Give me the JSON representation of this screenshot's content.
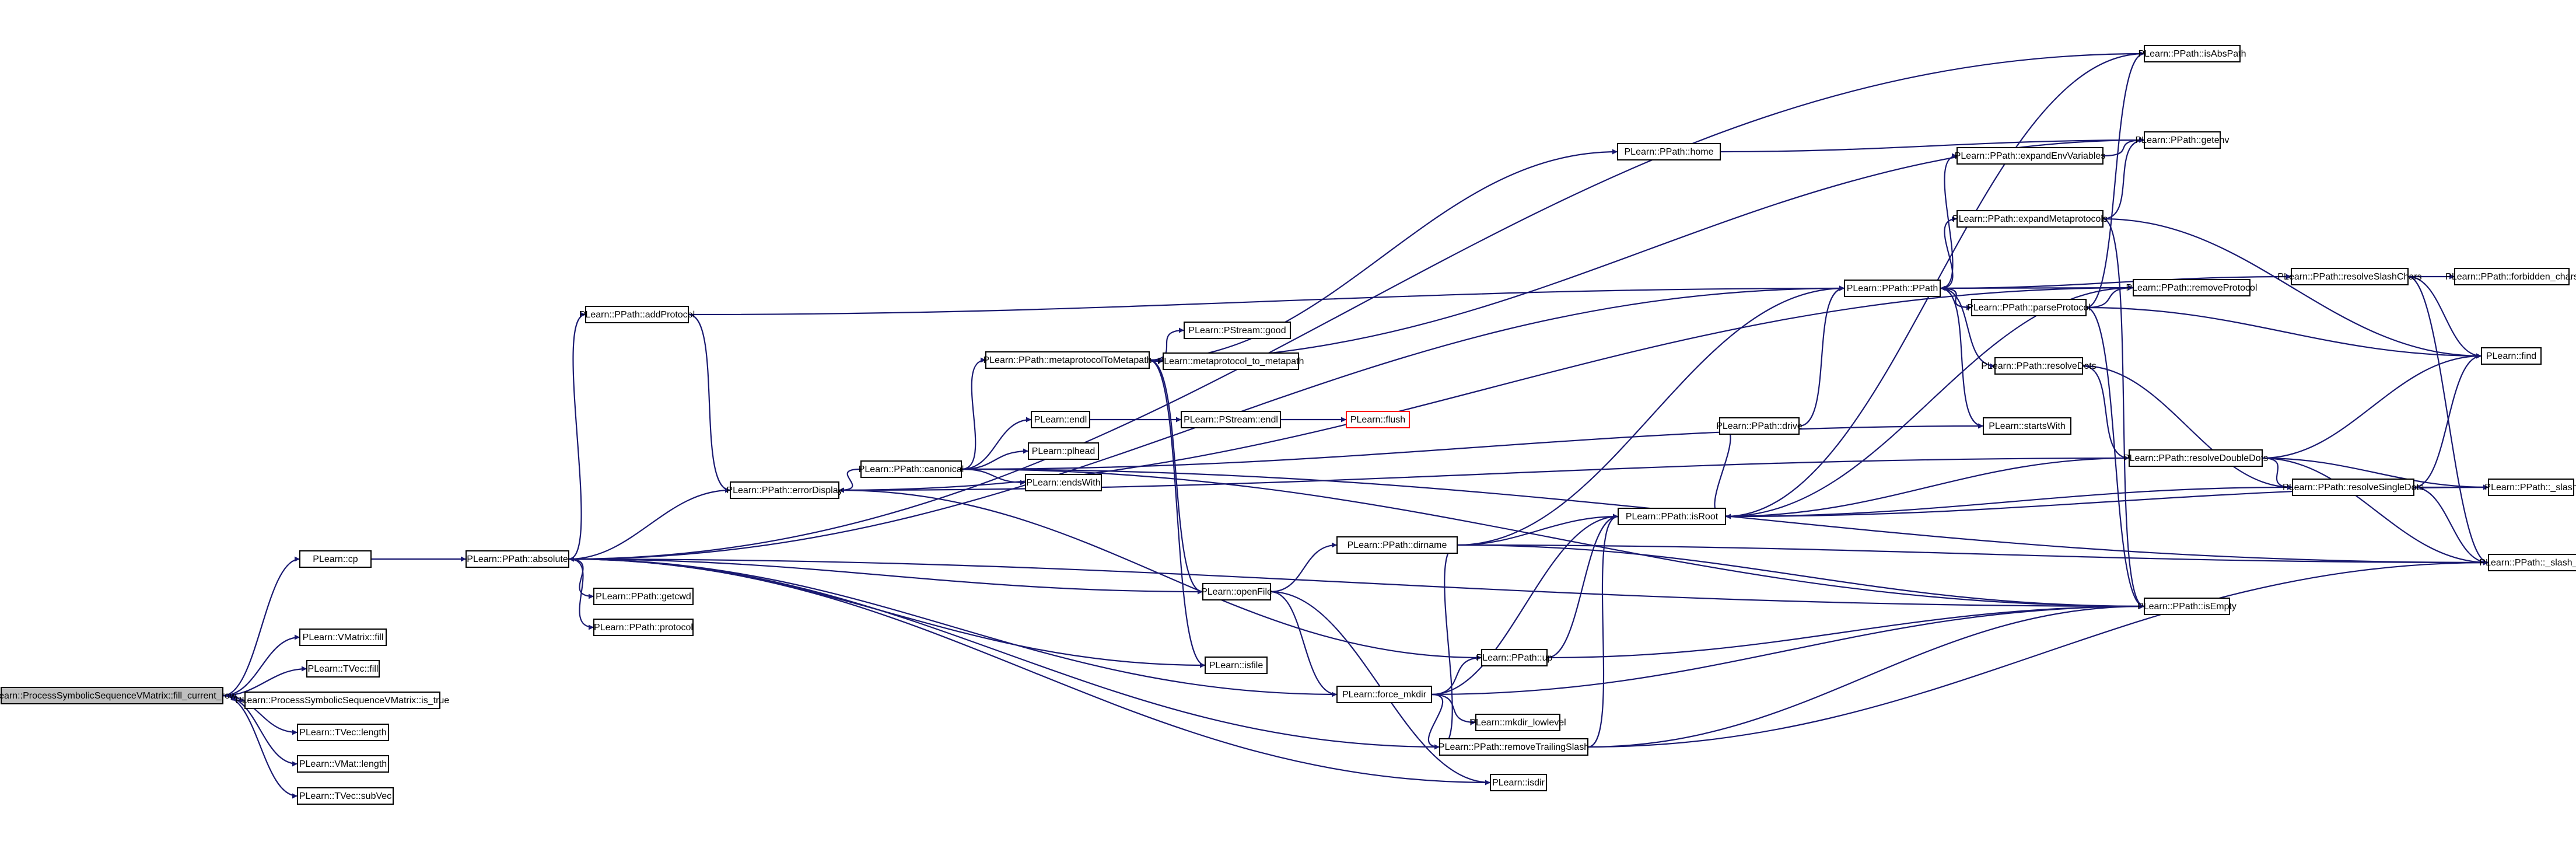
{
  "diagram": {
    "root": "fill_current_row",
    "nodes": [
      {
        "id": "fill_current_row",
        "label": "PLearn::ProcessSymbolicSequenceVMatrix::fill_current_row",
        "kind": "root"
      },
      {
        "id": "cp",
        "label": "PLearn::cp"
      },
      {
        "id": "vmatrix_fill",
        "label": "PLearn::VMatrix::fill"
      },
      {
        "id": "tvec_fill",
        "label": "PLearn::TVec::fill"
      },
      {
        "id": "is_true",
        "label": "PLearn::ProcessSymbolicSequenceVMatrix::is_true"
      },
      {
        "id": "tvec_length",
        "label": "PLearn::TVec::length"
      },
      {
        "id": "vmat_length",
        "label": "PLearn::VMat::length"
      },
      {
        "id": "subvec",
        "label": "PLearn::TVec::subVec"
      },
      {
        "id": "absolute",
        "label": "PLearn::PPath::absolute"
      },
      {
        "id": "getcwd",
        "label": "PLearn::PPath::getcwd"
      },
      {
        "id": "protocol",
        "label": "PLearn::PPath::protocol"
      },
      {
        "id": "addProtocol",
        "label": "PLearn::PPath::addProtocol"
      },
      {
        "id": "errorDisplay",
        "label": "PLearn::PPath::errorDisplay"
      },
      {
        "id": "canonical",
        "label": "PLearn::PPath::canonical"
      },
      {
        "id": "metaprotocolToMetapath",
        "label": "PLearn::PPath::metaprotocolToMetapath"
      },
      {
        "id": "pstream_good",
        "label": "PLearn::PStream::good"
      },
      {
        "id": "metaprotocol_to_metapath",
        "label": "PLearn::metaprotocol_to_metapath"
      },
      {
        "id": "endl",
        "label": "PLearn::endl"
      },
      {
        "id": "pstream_endl",
        "label": "PLearn::PStream::endl"
      },
      {
        "id": "flush",
        "label": "PLearn::flush",
        "kind": "missing"
      },
      {
        "id": "pfhead",
        "label": "PLearn::plhead"
      },
      {
        "id": "endsWith",
        "label": "PLearn::endsWith"
      },
      {
        "id": "home",
        "label": "PLearn::PPath::home"
      },
      {
        "id": "openFile",
        "label": "PLearn::openFile"
      },
      {
        "id": "isfile",
        "label": "PLearn::isfile"
      },
      {
        "id": "force_mkdir",
        "label": "PLearn::force_mkdir"
      },
      {
        "id": "mkdir_lowlevel",
        "label": "PLearn::mkdir_lowlevel"
      },
      {
        "id": "removeTrailingSlash",
        "label": "PLearn::PPath::removeTrailingSlash"
      },
      {
        "id": "isdir",
        "label": "PLearn::isdir"
      },
      {
        "id": "dirname",
        "label": "PLearn::PPath::dirname"
      },
      {
        "id": "up",
        "label": "PLearn::PPath::up"
      },
      {
        "id": "isRoot",
        "label": "PLearn::PPath::isRoot"
      },
      {
        "id": "drive",
        "label": "PLearn::PPath::drive"
      },
      {
        "id": "ppath_ctor",
        "label": "PLearn::PPath::PPath"
      },
      {
        "id": "expandEnvVariables",
        "label": "PLearn::PPath::expandEnvVariables"
      },
      {
        "id": "expandMetaprotocols",
        "label": "PLearn::PPath::expandMetaprotocols"
      },
      {
        "id": "parseProtocol",
        "label": "PLearn::PPath::parseProtocol"
      },
      {
        "id": "resolveDots",
        "label": "PLearn::PPath::resolveDots"
      },
      {
        "id": "startsWith",
        "label": "PLearn::startsWith"
      },
      {
        "id": "resolveDoubleDots",
        "label": "PLearn::PPath::resolveDoubleDots"
      },
      {
        "id": "isAbsPath",
        "label": "PLearn::PPath::isAbsPath"
      },
      {
        "id": "getenv",
        "label": "PLearn::PPath::getenv"
      },
      {
        "id": "removeProtocol",
        "label": "PLearn::PPath::removeProtocol"
      },
      {
        "id": "isEmpty",
        "label": "PLearn::PPath::isEmpty"
      },
      {
        "id": "resolveSlashChars",
        "label": "PLearn::PPath::resolveSlashChars"
      },
      {
        "id": "forbidden_chars",
        "label": "PLearn::PPath::forbidden_chars"
      },
      {
        "id": "find",
        "label": "PLearn::find"
      },
      {
        "id": "resolveSingleDots",
        "label": "PLearn::PPath::resolveSingleDots"
      },
      {
        "id": "slash",
        "label": "PLearn::PPath::_slash"
      },
      {
        "id": "slash_char",
        "label": "PLearn::PPath::_slash_char"
      }
    ],
    "edges": [
      [
        "fill_current_row",
        "cp"
      ],
      [
        "fill_current_row",
        "vmatrix_fill"
      ],
      [
        "fill_current_row",
        "tvec_fill"
      ],
      [
        "fill_current_row",
        "is_true"
      ],
      [
        "fill_current_row",
        "tvec_length"
      ],
      [
        "fill_current_row",
        "vmat_length"
      ],
      [
        "fill_current_row",
        "subvec"
      ],
      [
        "cp",
        "absolute"
      ],
      [
        "absolute",
        "getcwd"
      ],
      [
        "absolute",
        "protocol"
      ],
      [
        "absolute",
        "addProtocol"
      ],
      [
        "absolute",
        "isAbsPath"
      ],
      [
        "absolute",
        "ppath_ctor"
      ],
      [
        "absolute",
        "isfile"
      ],
      [
        "absolute",
        "isEmpty"
      ],
      [
        "addProtocol",
        "errorDisplay"
      ],
      [
        "addProtocol",
        "ppath_ctor"
      ],
      [
        "errorDisplay",
        "absolute"
      ],
      [
        "errorDisplay",
        "removeProtocol"
      ],
      [
        "canonical",
        "errorDisplay"
      ],
      [
        "canonical",
        "metaprotocolToMetapath"
      ],
      [
        "canonical",
        "endl"
      ],
      [
        "canonical",
        "pfhead"
      ],
      [
        "canonical",
        "endsWith"
      ],
      [
        "canonical",
        "startsWith"
      ],
      [
        "canonical",
        "isEmpty"
      ],
      [
        "canonical",
        "slash_char"
      ],
      [
        "metaprotocolToMetapath",
        "pstream_good"
      ],
      [
        "metaprotocolToMetapath",
        "metaprotocol_to_metapath"
      ],
      [
        "metaprotocolToMetapath",
        "home"
      ],
      [
        "metaprotocolToMetapath",
        "getenv"
      ],
      [
        "metaprotocolToMetapath",
        "openFile"
      ],
      [
        "metaprotocolToMetapath",
        "isfile"
      ],
      [
        "endl",
        "pstream_endl"
      ],
      [
        "pstream_endl",
        "flush"
      ],
      [
        "home",
        "getenv"
      ],
      [
        "openFile",
        "absolute"
      ],
      [
        "openFile",
        "dirname"
      ],
      [
        "openFile",
        "force_mkdir"
      ],
      [
        "openFile",
        "isdir"
      ],
      [
        "force_mkdir",
        "absolute"
      ],
      [
        "force_mkdir",
        "up"
      ],
      [
        "force_mkdir",
        "mkdir_lowlevel"
      ],
      [
        "force_mkdir",
        "isRoot"
      ],
      [
        "force_mkdir",
        "isEmpty"
      ],
      [
        "force_mkdir",
        "removeTrailingSlash"
      ],
      [
        "removeTrailingSlash",
        "absolute"
      ],
      [
        "removeTrailingSlash",
        "isRoot"
      ],
      [
        "removeTrailingSlash",
        "isEmpty"
      ],
      [
        "removeTrailingSlash",
        "slash_char"
      ],
      [
        "isdir",
        "absolute"
      ],
      [
        "dirname",
        "ppath_ctor"
      ],
      [
        "dirname",
        "isRoot"
      ],
      [
        "dirname",
        "removeTrailingSlash"
      ],
      [
        "dirname",
        "isEmpty"
      ],
      [
        "dirname",
        "slash_char"
      ],
      [
        "up",
        "errorDisplay"
      ],
      [
        "up",
        "isRoot"
      ],
      [
        "up",
        "isEmpty"
      ],
      [
        "isRoot",
        "drive"
      ],
      [
        "isRoot",
        "removeProtocol"
      ],
      [
        "isRoot",
        "isAbsPath"
      ],
      [
        "isRoot",
        "slash"
      ],
      [
        "drive",
        "ppath_ctor"
      ],
      [
        "ppath_ctor",
        "expandEnvVariables"
      ],
      [
        "ppath_ctor",
        "expandMetaprotocols"
      ],
      [
        "ppath_ctor",
        "parseProtocol"
      ],
      [
        "ppath_ctor",
        "resolveDots"
      ],
      [
        "ppath_ctor",
        "startsWith"
      ],
      [
        "ppath_ctor",
        "resolveSlashChars"
      ],
      [
        "expandEnvVariables",
        "getenv"
      ],
      [
        "expandMetaprotocols",
        "getenv"
      ],
      [
        "expandMetaprotocols",
        "isEmpty"
      ],
      [
        "expandMetaprotocols",
        "find"
      ],
      [
        "parseProtocol",
        "ppath_ctor"
      ],
      [
        "parseProtocol",
        "isAbsPath"
      ],
      [
        "parseProtocol",
        "removeProtocol"
      ],
      [
        "parseProtocol",
        "find"
      ],
      [
        "parseProtocol",
        "isEmpty"
      ],
      [
        "resolveDots",
        "resolveDoubleDots"
      ],
      [
        "resolveDots",
        "resolveSingleDots"
      ],
      [
        "resolveDoubleDots",
        "errorDisplay"
      ],
      [
        "resolveDoubleDots",
        "isRoot"
      ],
      [
        "resolveDoubleDots",
        "find"
      ],
      [
        "resolveDoubleDots",
        "resolveSingleDots"
      ],
      [
        "resolveDoubleDots",
        "slash"
      ],
      [
        "resolveDoubleDots",
        "slash_char"
      ],
      [
        "resolveSingleDots",
        "isRoot"
      ],
      [
        "resolveSingleDots",
        "find"
      ],
      [
        "resolveSingleDots",
        "slash"
      ],
      [
        "resolveSingleDots",
        "slash_char"
      ],
      [
        "removeProtocol",
        "ppath_ctor"
      ],
      [
        "resolveSlashChars",
        "forbidden_chars"
      ],
      [
        "resolveSlashChars",
        "find"
      ],
      [
        "resolveSlashChars",
        "slash_char"
      ]
    ]
  }
}
